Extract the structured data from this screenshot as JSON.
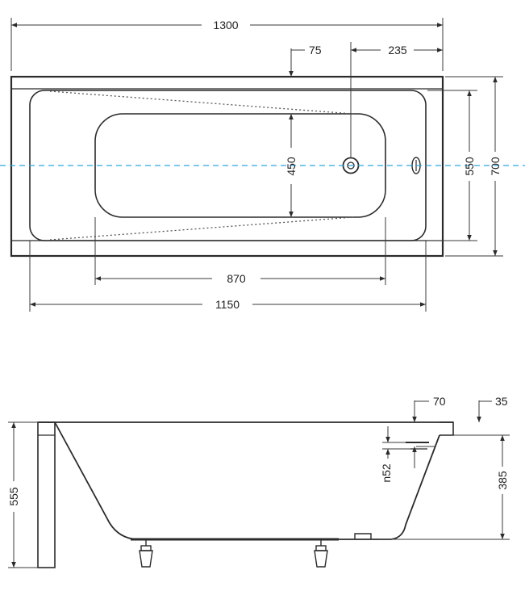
{
  "top_view": {
    "overall_length": "1300",
    "overflow_offset": "75",
    "drain_offset": "235",
    "inner_bottom_width": "450",
    "inner_width": "550",
    "overall_width": "700",
    "inner_bottom_length": "870",
    "inner_length": "1150"
  },
  "side_view": {
    "rim_inner": "70",
    "rim_outer": "35",
    "overall_height": "555",
    "overflow_drop": "n52",
    "inner_depth": "385"
  },
  "colors": {
    "line": "#2b2b2b",
    "centerline": "#2aa7e0",
    "hatch": "#555555"
  }
}
